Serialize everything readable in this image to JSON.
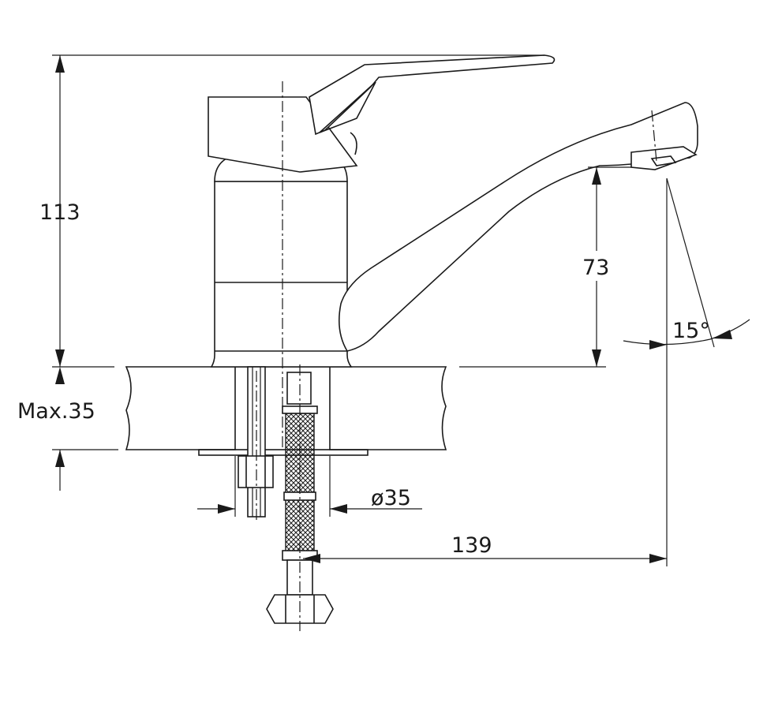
{
  "dimensions": {
    "total_height": "113",
    "spout_height": "73",
    "max_thickness": "Max.35",
    "hole_diameter": "ø35",
    "reach": "139",
    "spout_angle": "15°"
  },
  "colors": {
    "line": "#1a1a1a",
    "background": "#ffffff"
  }
}
